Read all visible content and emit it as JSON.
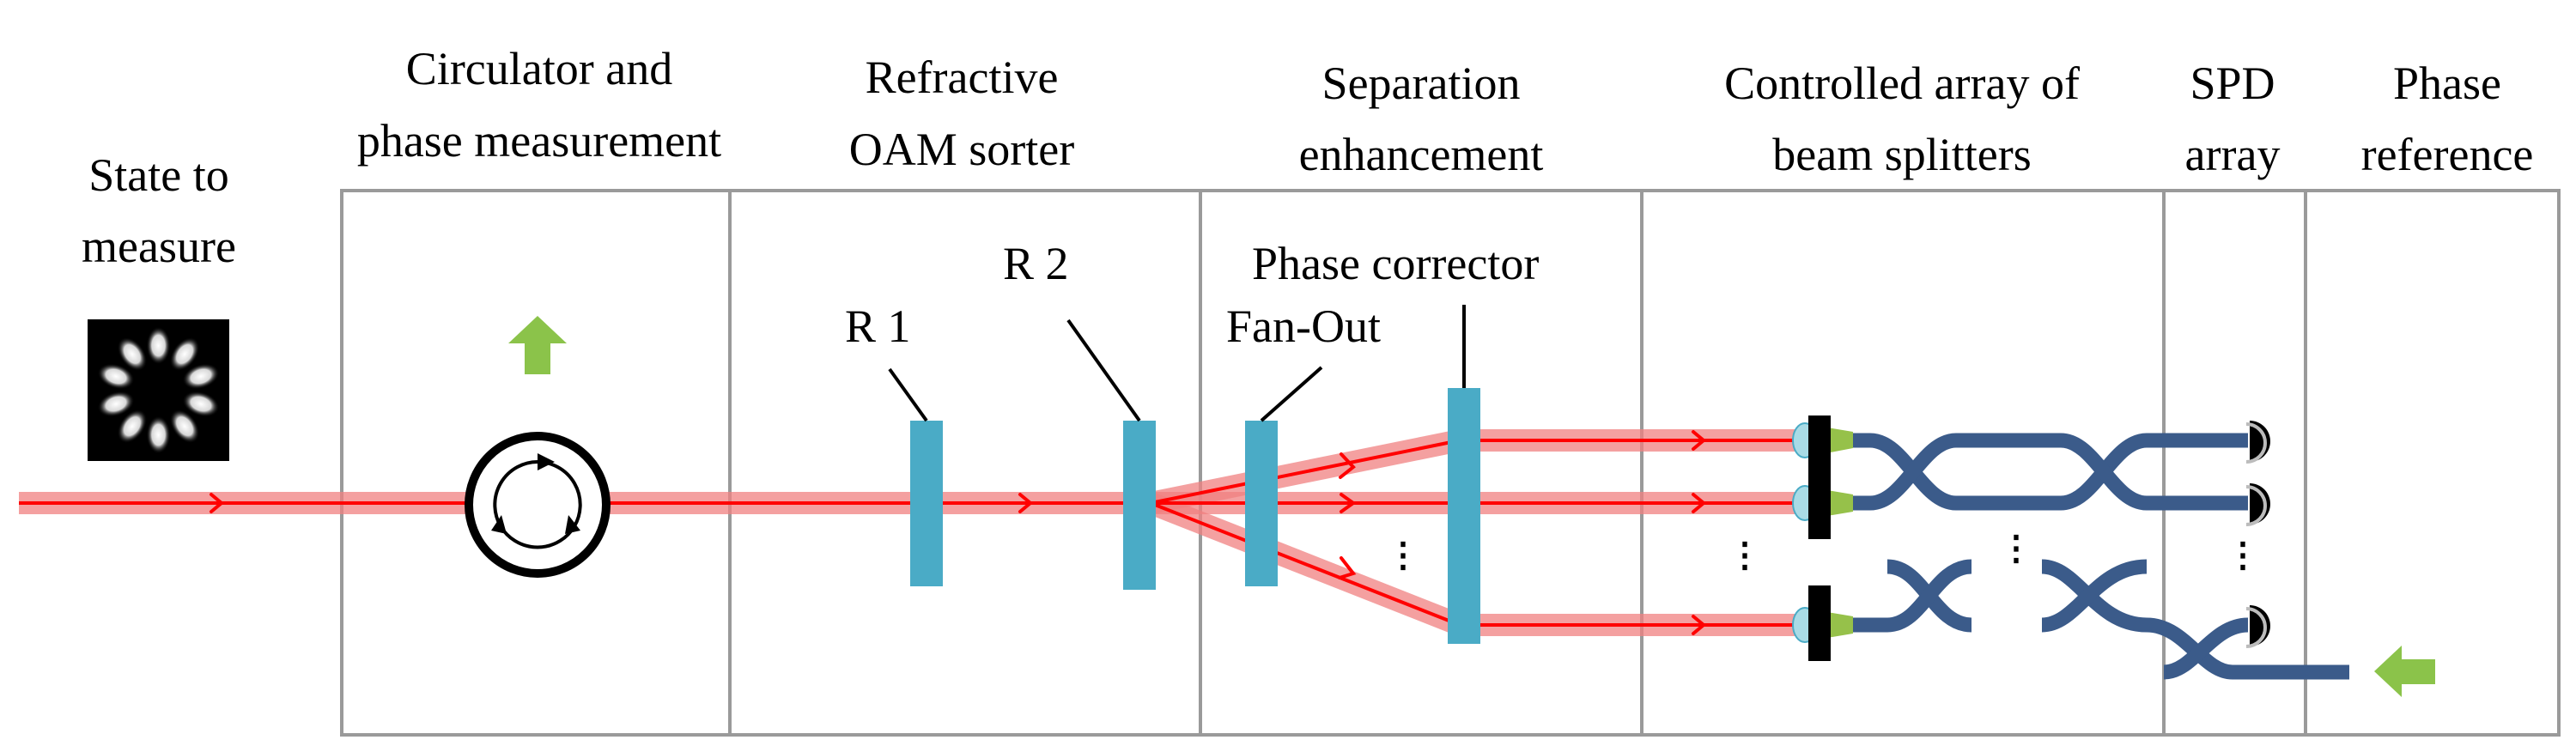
{
  "stages": [
    {
      "id": "state",
      "title_lines": [
        "State to",
        "measure"
      ]
    },
    {
      "id": "circulator",
      "title_lines": [
        "Circulator and",
        "phase measurement"
      ]
    },
    {
      "id": "sorter",
      "title_lines": [
        "Refractive",
        "OAM sorter"
      ]
    },
    {
      "id": "separation",
      "title_lines": [
        "Separation",
        "enhancement"
      ]
    },
    {
      "id": "array",
      "title_lines": [
        "Controlled array of",
        "beam splitters"
      ]
    },
    {
      "id": "spd",
      "title_lines": [
        "SPD",
        "array"
      ]
    },
    {
      "id": "reference",
      "title_lines": [
        "Phase",
        "reference"
      ]
    }
  ],
  "components": {
    "r1": "R 1",
    "r2": "R 2",
    "phase_corrector": "Phase corrector",
    "fan_out": "Fan-Out",
    "ellipsis": "⋮"
  },
  "icons": {
    "input_mode": "oam-intensity-pattern-icon",
    "circulator": "circulator-icon",
    "up_arrow": "green-up-arrow-icon",
    "left_arrow": "green-left-arrow-icon",
    "detector": "single-photon-detector-icon"
  },
  "colors": {
    "beam": "#f08080",
    "beam_core": "#ff0000",
    "optic": "#4aabc6",
    "fiber": "#3b5b8a",
    "coupler": "#96c14a",
    "arrow": "#8bc34a",
    "box": "#9a9a9a"
  }
}
